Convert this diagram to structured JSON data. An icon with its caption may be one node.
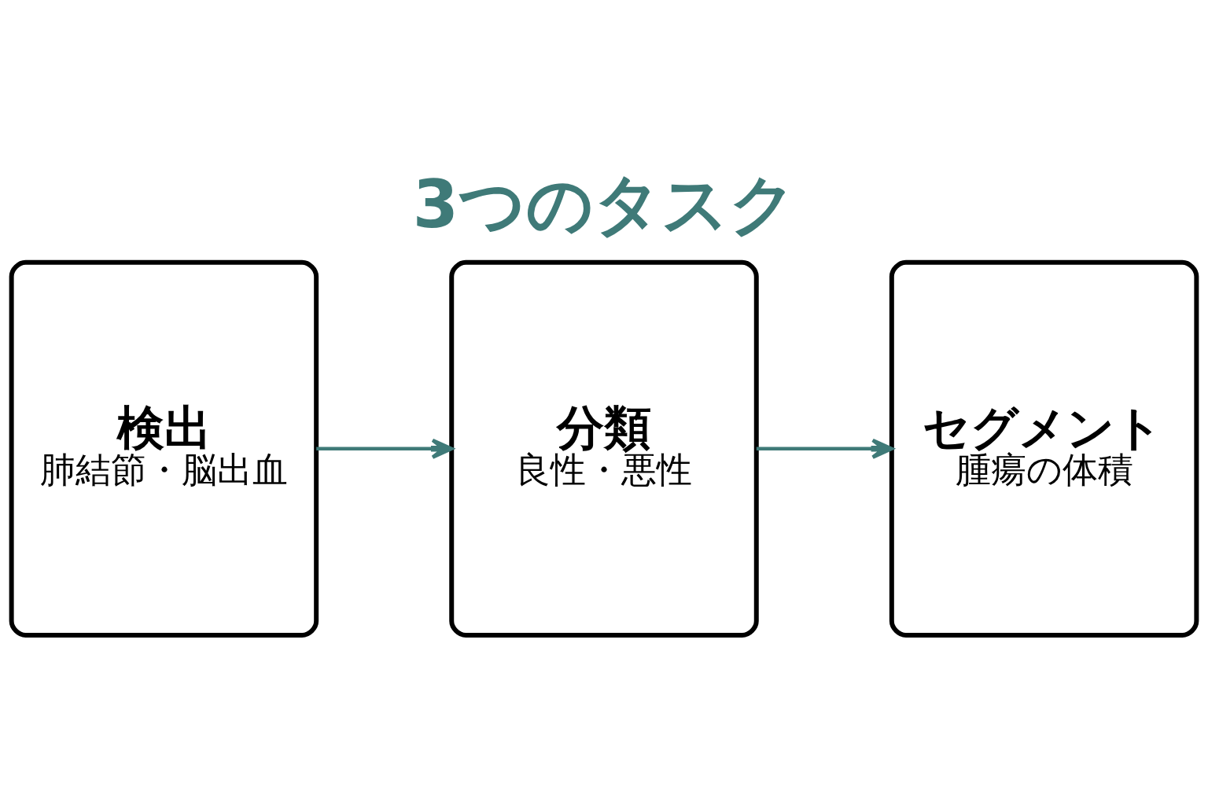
{
  "diagram": {
    "title": "3つのタスク",
    "nodes": [
      {
        "text": [
          "検出",
          "肺結節・脳出血"
        ]
      },
      {
        "text": [
          "分類",
          "良性・悪性"
        ]
      },
      {
        "text": [
          "セグメント",
          "腫瘍の体積"
        ]
      }
    ],
    "edges": [
      {
        "from": 0,
        "to": 1,
        "arrow": "to"
      },
      {
        "from": 1,
        "to": 2,
        "arrow": "to"
      }
    ]
  }
}
